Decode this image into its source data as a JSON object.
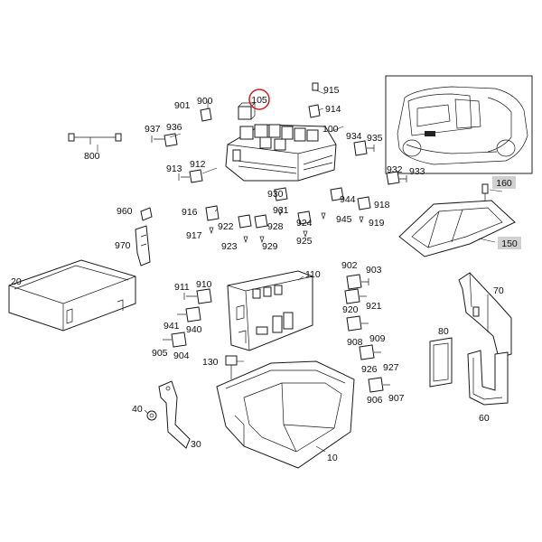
{
  "labels": {
    "p100": "100",
    "p105": "105",
    "p110": "110",
    "p900": "900",
    "p901": "901",
    "p915": "915",
    "p914": "914",
    "p936": "936",
    "p937": "937",
    "p934": "934",
    "p935": "935",
    "p800": "800",
    "p912": "912",
    "p913": "913",
    "p932": "932",
    "p933": "933",
    "p930": "930",
    "p931": "931",
    "p944": "944",
    "p918": "918",
    "p916": "916",
    "p917": "917",
    "p922": "922",
    "p928": "928",
    "p923": "923",
    "p929": "929",
    "p924": "924",
    "p945": "945",
    "p919": "919",
    "p925": "925",
    "p160": "160",
    "p150": "150",
    "p960": "960",
    "p970": "970",
    "p20": "20",
    "p911": "911",
    "p910": "910",
    "p902": "902",
    "p903": "903",
    "p920": "920",
    "p921": "921",
    "p941": "941",
    "p940": "940",
    "p905": "905",
    "p904": "904",
    "p908": "908",
    "p909": "909",
    "p926": "926",
    "p927": "927",
    "p906": "906",
    "p907": "907",
    "p130": "130",
    "p40": "40",
    "p30": "30",
    "p10": "10",
    "p70": "70",
    "p80": "80",
    "p60": "60"
  },
  "highlight_color": "#cc1f1f",
  "tag_fill_color": "#d0d0d0"
}
